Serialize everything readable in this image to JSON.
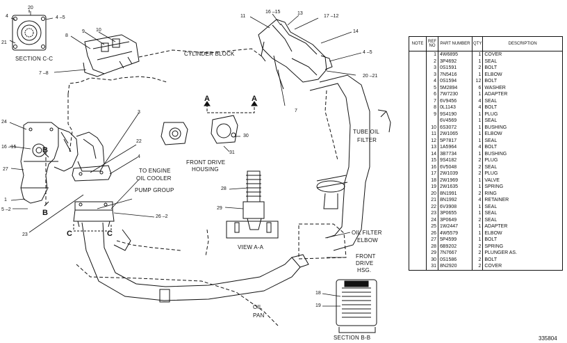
{
  "labels": {
    "section_cc": "SECTION C-C",
    "cylinder_block": "CYLINDER BLOCK",
    "tube_oil_filter": [
      "TUBE OIL",
      "FILTER"
    ],
    "front_drive_housing": [
      "FRONT DRIVE",
      "HOUSING"
    ],
    "to_engine_oil_cooler": [
      "TO ENGINE",
      "OIL COOLER"
    ],
    "pump_group": "PUMP GROUP",
    "view_aa": "VIEW A-A",
    "oil_filter_elbow": [
      "OIL FILTER",
      "ELBOW"
    ],
    "front_drive_hsg": [
      "FRONT",
      "DRIVE",
      "HSG."
    ],
    "oil_pan": [
      "OIL",
      "PAN"
    ],
    "section_bb": "SECTION B-B",
    "doc_id": "335804"
  },
  "section_letters": {
    "a": "A",
    "b": "B",
    "c": "C"
  },
  "callouts": {
    "c20": "20",
    "c4_5a": "4 –5",
    "c4a": "4",
    "c21a": "21",
    "c9": "9",
    "c10": "10",
    "c8": "8",
    "c7_8": "7 –8",
    "c11": "11",
    "c16_15a": "16 –15",
    "c13": "13",
    "c17_12": "17 –12",
    "c14": "14",
    "c4_5b": "4 –5",
    "c20_21": "20 –21",
    "c7": "7",
    "c3": "3",
    "c22": "22",
    "c4b": "4",
    "c24": "24",
    "c16_15b": "16 –15",
    "c27": "27",
    "c1": "1",
    "c5_2": "5 –2",
    "c23": "23",
    "c26_2": "26 –2",
    "c30": "30",
    "c31": "31",
    "c28": "28",
    "c29": "29",
    "c18": "18",
    "c19": "19"
  },
  "table": {
    "headers": {
      "note": "NOTE",
      "ref": "REF NO",
      "part": "PART NUMBER",
      "qty": "QTY",
      "desc": "DESCRIPTION"
    },
    "rows": [
      {
        "ref": "1",
        "part": "4W6895",
        "qty": "1",
        "desc": "COVER"
      },
      {
        "ref": "2",
        "part": "3P4692",
        "qty": "1",
        "desc": "SEAL"
      },
      {
        "ref": "3",
        "part": "0S1591",
        "qty": "2",
        "desc": "BOLT"
      },
      {
        "ref": "3",
        "part": "7N5416",
        "qty": "1",
        "desc": "ELBOW"
      },
      {
        "ref": "4",
        "part": "0S1594",
        "qty": "12",
        "desc": "BOLT"
      },
      {
        "ref": "5",
        "part": "5M2894",
        "qty": "6",
        "desc": "WASHER"
      },
      {
        "ref": "6",
        "part": "7W7230",
        "qty": "1",
        "desc": "ADAPTER"
      },
      {
        "ref": "7",
        "part": "6V9456",
        "qty": "4",
        "desc": "SEAL"
      },
      {
        "ref": "8",
        "part": "0L1143",
        "qty": "4",
        "desc": "BOLT"
      },
      {
        "ref": "9",
        "part": "9S4190",
        "qty": "1",
        "desc": "PLUG"
      },
      {
        "ref": "",
        "part": "6V4569",
        "qty": "1",
        "desc": "SEAL"
      },
      {
        "ref": "10",
        "part": "6S3072",
        "qty": "1",
        "desc": "BUSHING"
      },
      {
        "ref": "11",
        "part": "2W1065",
        "qty": "1",
        "desc": "ELBOW"
      },
      {
        "ref": "12",
        "part": "5P7817",
        "qty": "1",
        "desc": "SEAL"
      },
      {
        "ref": "13",
        "part": "1A5964",
        "qty": "4",
        "desc": "BOLT"
      },
      {
        "ref": "14",
        "part": "3B7734",
        "qty": "1",
        "desc": "BUSHING"
      },
      {
        "ref": "15",
        "part": "9S4182",
        "qty": "2",
        "desc": "PLUG"
      },
      {
        "ref": "16",
        "part": "6V5048",
        "qty": "2",
        "desc": "SEAL"
      },
      {
        "ref": "17",
        "part": "2W1039",
        "qty": "2",
        "desc": "PLUG"
      },
      {
        "ref": "18",
        "part": "2W1969",
        "qty": "1",
        "desc": "VALVE"
      },
      {
        "ref": "19",
        "part": "2W1635",
        "qty": "1",
        "desc": "SPRING"
      },
      {
        "ref": "20",
        "part": "8N1991",
        "qty": "2",
        "desc": "RING"
      },
      {
        "ref": "21",
        "part": "8N1992",
        "qty": "4",
        "desc": "RETAINER"
      },
      {
        "ref": "22",
        "part": "6V3908",
        "qty": "1",
        "desc": "SEAL"
      },
      {
        "ref": "23",
        "part": "3P0655",
        "qty": "1",
        "desc": "SEAL"
      },
      {
        "ref": "24",
        "part": "3P0649",
        "qty": "2",
        "desc": "SEAL"
      },
      {
        "ref": "25",
        "part": "1W2447",
        "qty": "1",
        "desc": "ADAPTER"
      },
      {
        "ref": "26",
        "part": "4W5579",
        "qty": "1",
        "desc": "ELBOW"
      },
      {
        "ref": "27",
        "part": "5P4599",
        "qty": "1",
        "desc": "BOLT"
      },
      {
        "ref": "28",
        "part": "6B9202",
        "qty": "2",
        "desc": "SPRING"
      },
      {
        "ref": "29",
        "part": "7N7667",
        "qty": "2",
        "desc": "PLUNGER AS."
      },
      {
        "ref": "30",
        "part": "0S1586",
        "qty": "2",
        "desc": "BOLT"
      },
      {
        "ref": "31",
        "part": "8N2920",
        "qty": "2",
        "desc": "COVER"
      }
    ]
  }
}
